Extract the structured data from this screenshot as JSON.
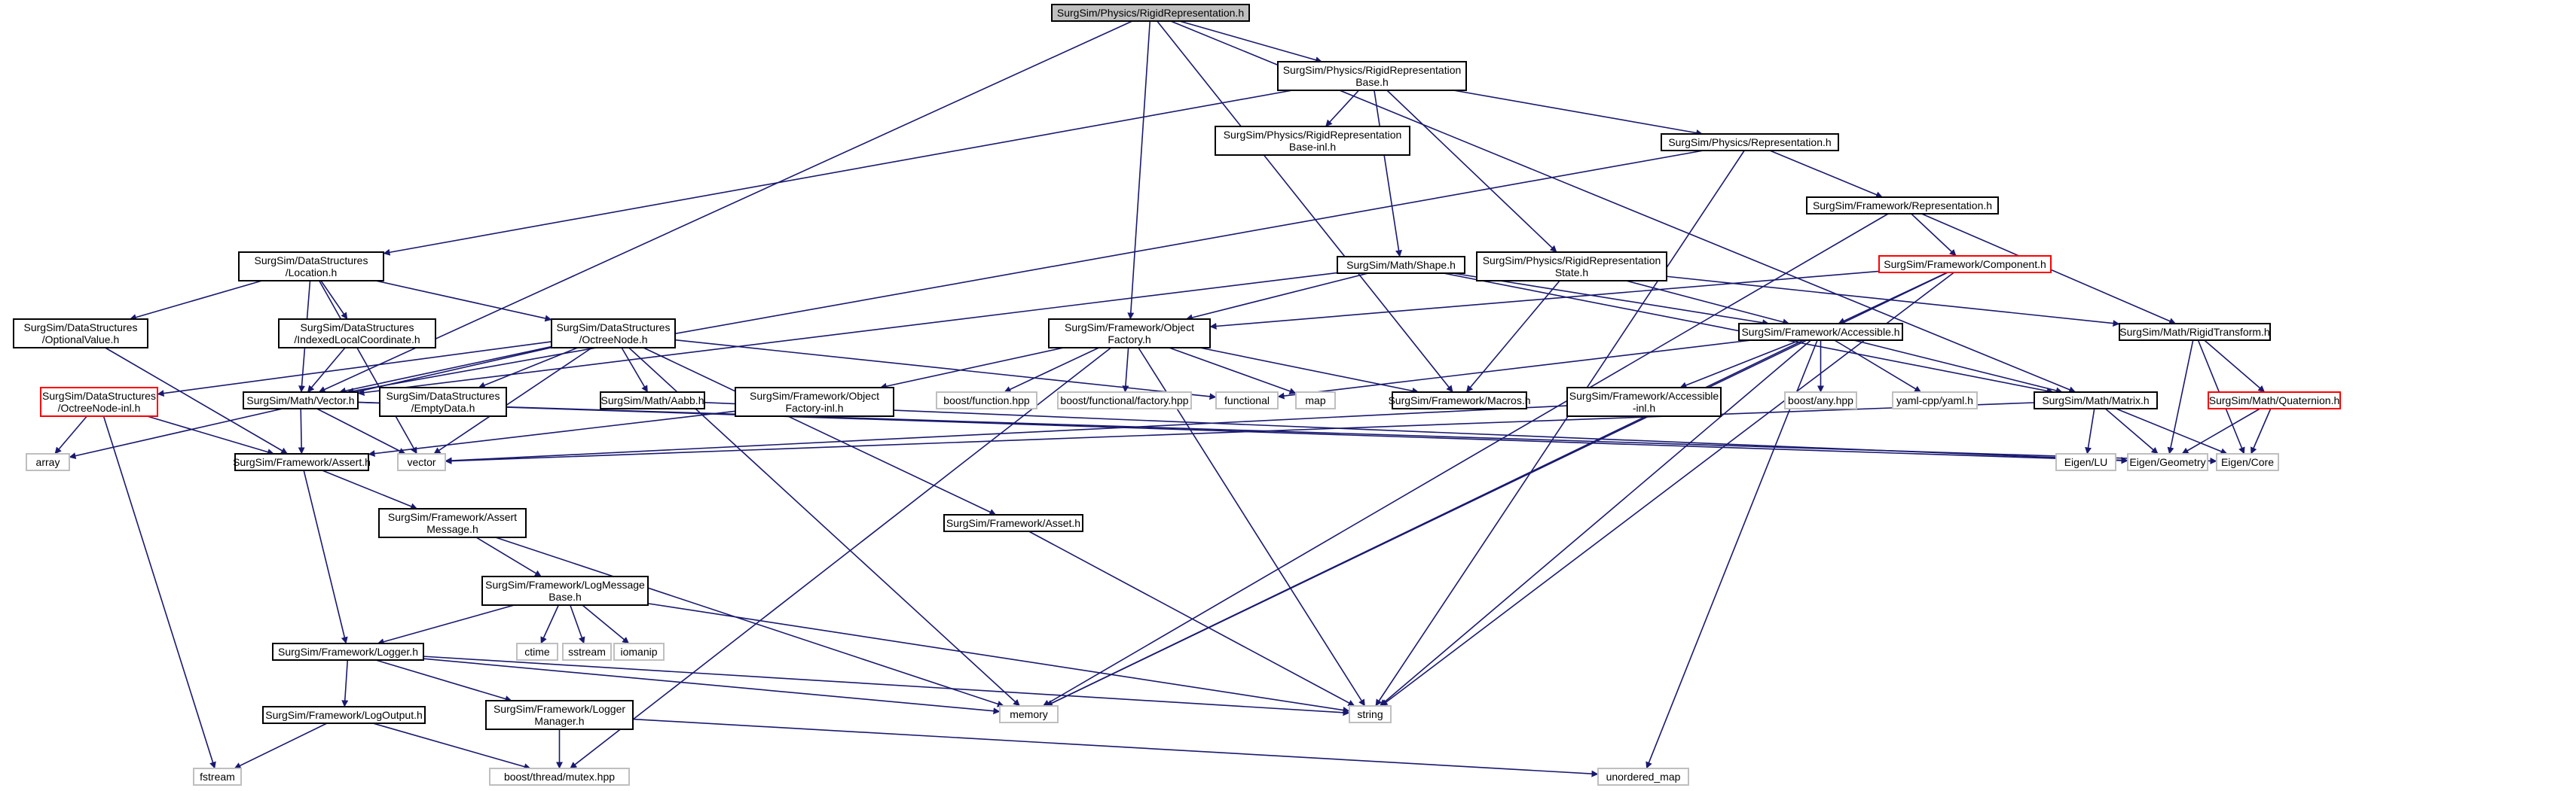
{
  "colors": {
    "edge": "#191970",
    "border_normal": "#000000",
    "border_truncated": "#ff0000",
    "border_external": "#bfbfbf",
    "fill_root": "#bfbfbf",
    "fill_normal": "#ffffff",
    "text_normal": "#000000",
    "text_external": "#000000"
  },
  "nodes": [
    {
      "id": "root",
      "kind": "root",
      "lines": [
        "SurgSim/Physics/RigidRepresentation.h"
      ]
    },
    {
      "id": "rrbase",
      "kind": "normal",
      "lines": [
        "SurgSim/Physics/RigidRepresentation",
        "Base.h"
      ]
    },
    {
      "id": "rrbaseinl",
      "kind": "normal",
      "lines": [
        "SurgSim/Physics/RigidRepresentation",
        "Base-inl.h"
      ]
    },
    {
      "id": "physrep",
      "kind": "normal",
      "lines": [
        "SurgSim/Physics/Representation.h"
      ]
    },
    {
      "id": "fwrep",
      "kind": "normal",
      "lines": [
        "SurgSim/Framework/Representation.h"
      ]
    },
    {
      "id": "component",
      "kind": "truncated",
      "lines": [
        "SurgSim/Framework/Component.h"
      ]
    },
    {
      "id": "location",
      "kind": "normal",
      "lines": [
        "SurgSim/DataStructures",
        "/Location.h"
      ]
    },
    {
      "id": "shape",
      "kind": "normal",
      "lines": [
        "SurgSim/Math/Shape.h"
      ]
    },
    {
      "id": "rrstate",
      "kind": "normal",
      "lines": [
        "SurgSim/Physics/RigidRepresentation",
        "State.h"
      ]
    },
    {
      "id": "optval",
      "kind": "normal",
      "lines": [
        "SurgSim/DataStructures",
        "/OptionalValue.h"
      ]
    },
    {
      "id": "idxloc",
      "kind": "normal",
      "lines": [
        "SurgSim/DataStructures",
        "/IndexedLocalCoordinate.h"
      ]
    },
    {
      "id": "octree",
      "kind": "normal",
      "lines": [
        "SurgSim/DataStructures",
        "/OctreeNode.h"
      ]
    },
    {
      "id": "objfac",
      "kind": "normal",
      "lines": [
        "SurgSim/Framework/Object",
        "Factory.h"
      ]
    },
    {
      "id": "accessible",
      "kind": "normal",
      "lines": [
        "SurgSim/Framework/Accessible.h"
      ]
    },
    {
      "id": "rigidtf",
      "kind": "normal",
      "lines": [
        "SurgSim/Math/RigidTransform.h"
      ]
    },
    {
      "id": "octreeinl",
      "kind": "truncated",
      "lines": [
        "SurgSim/DataStructures",
        "/OctreeNode-inl.h"
      ]
    },
    {
      "id": "vector",
      "kind": "normal",
      "lines": [
        "SurgSim/Math/Vector.h"
      ]
    },
    {
      "id": "emptydata",
      "kind": "normal",
      "lines": [
        "SurgSim/DataStructures",
        "/EmptyData.h"
      ]
    },
    {
      "id": "aabb",
      "kind": "normal",
      "lines": [
        "SurgSim/Math/Aabb.h"
      ]
    },
    {
      "id": "objfacinl",
      "kind": "normal",
      "lines": [
        "SurgSim/Framework/Object",
        "Factory-inl.h"
      ]
    },
    {
      "id": "boostfn",
      "kind": "external",
      "lines": [
        "boost/function.hpp"
      ]
    },
    {
      "id": "boostfnfac",
      "kind": "external",
      "lines": [
        "boost/functional/factory.hpp"
      ]
    },
    {
      "id": "functional",
      "kind": "external",
      "lines": [
        "functional"
      ]
    },
    {
      "id": "map",
      "kind": "external",
      "lines": [
        "map"
      ]
    },
    {
      "id": "macros",
      "kind": "normal",
      "lines": [
        "SurgSim/Framework/Macros.h"
      ]
    },
    {
      "id": "accinl",
      "kind": "normal",
      "lines": [
        "SurgSim/Framework/Accessible",
        "-inl.h"
      ]
    },
    {
      "id": "boostany",
      "kind": "external",
      "lines": [
        "boost/any.hpp"
      ]
    },
    {
      "id": "yaml",
      "kind": "external",
      "lines": [
        "yaml-cpp/yaml.h"
      ]
    },
    {
      "id": "matrix",
      "kind": "normal",
      "lines": [
        "SurgSim/Math/Matrix.h"
      ]
    },
    {
      "id": "quat",
      "kind": "truncated",
      "lines": [
        "SurgSim/Math/Quaternion.h"
      ]
    },
    {
      "id": "array",
      "kind": "external",
      "lines": [
        "array"
      ]
    },
    {
      "id": "assert",
      "kind": "normal",
      "lines": [
        "SurgSim/Framework/Assert.h"
      ]
    },
    {
      "id": "vectorstd",
      "kind": "external",
      "lines": [
        "vector"
      ]
    },
    {
      "id": "eigenlu",
      "kind": "external",
      "lines": [
        "Eigen/LU"
      ]
    },
    {
      "id": "eigengeo",
      "kind": "external",
      "lines": [
        "Eigen/Geometry"
      ]
    },
    {
      "id": "eigencore",
      "kind": "external",
      "lines": [
        "Eigen/Core"
      ]
    },
    {
      "id": "assertmsg",
      "kind": "normal",
      "lines": [
        "SurgSim/Framework/Assert",
        "Message.h"
      ]
    },
    {
      "id": "asset",
      "kind": "normal",
      "lines": [
        "SurgSim/Framework/Asset.h"
      ]
    },
    {
      "id": "logmsg",
      "kind": "normal",
      "lines": [
        "SurgSim/Framework/LogMessage",
        "Base.h"
      ]
    },
    {
      "id": "ctime",
      "kind": "external",
      "lines": [
        "ctime"
      ]
    },
    {
      "id": "sstream",
      "kind": "external",
      "lines": [
        "sstream"
      ]
    },
    {
      "id": "iomanip",
      "kind": "external",
      "lines": [
        "iomanip"
      ]
    },
    {
      "id": "logger",
      "kind": "normal",
      "lines": [
        "SurgSim/Framework/Logger.h"
      ]
    },
    {
      "id": "memory",
      "kind": "external",
      "lines": [
        "memory"
      ]
    },
    {
      "id": "string",
      "kind": "external",
      "lines": [
        "string"
      ]
    },
    {
      "id": "logout",
      "kind": "normal",
      "lines": [
        "SurgSim/Framework/LogOutput.h"
      ]
    },
    {
      "id": "logmgr",
      "kind": "normal",
      "lines": [
        "SurgSim/Framework/Logger",
        "Manager.h"
      ]
    },
    {
      "id": "fstream",
      "kind": "external",
      "lines": [
        "fstream"
      ]
    },
    {
      "id": "mutex",
      "kind": "external",
      "lines": [
        "boost/thread/mutex.hpp"
      ]
    },
    {
      "id": "unordmap",
      "kind": "external",
      "lines": [
        "unordered_map"
      ]
    }
  ],
  "edges": [
    [
      "root",
      "rrbase"
    ],
    [
      "root",
      "objfac"
    ],
    [
      "root",
      "macros"
    ],
    [
      "root",
      "vector"
    ],
    [
      "root",
      "matrix"
    ],
    [
      "rrbase",
      "rrbaseinl"
    ],
    [
      "rrbase",
      "physrep"
    ],
    [
      "rrbase",
      "location"
    ],
    [
      "rrbase",
      "shape"
    ],
    [
      "rrbase",
      "rrstate"
    ],
    [
      "physrep",
      "fwrep"
    ],
    [
      "physrep",
      "vector"
    ],
    [
      "physrep",
      "string"
    ],
    [
      "fwrep",
      "component"
    ],
    [
      "fwrep",
      "rigidtf"
    ],
    [
      "fwrep",
      "memory"
    ],
    [
      "component",
      "accessible"
    ],
    [
      "component",
      "objfac"
    ],
    [
      "component",
      "memory"
    ],
    [
      "component",
      "string"
    ],
    [
      "location",
      "optval"
    ],
    [
      "location",
      "idxloc"
    ],
    [
      "location",
      "octree"
    ],
    [
      "location",
      "vector"
    ],
    [
      "location",
      "vectorstd"
    ],
    [
      "shape",
      "objfac"
    ],
    [
      "shape",
      "accessible"
    ],
    [
      "shape",
      "vector"
    ],
    [
      "shape",
      "matrix"
    ],
    [
      "rrstate",
      "accessible"
    ],
    [
      "rrstate",
      "rigidtf"
    ],
    [
      "rrstate",
      "macros"
    ],
    [
      "optval",
      "assert"
    ],
    [
      "idxloc",
      "vector"
    ],
    [
      "octree",
      "octreeinl"
    ],
    [
      "octree",
      "vector"
    ],
    [
      "octree",
      "emptydata"
    ],
    [
      "octree",
      "aabb"
    ],
    [
      "octree",
      "asset"
    ],
    [
      "octree",
      "array"
    ],
    [
      "octree",
      "functional"
    ],
    [
      "octree",
      "memory"
    ],
    [
      "octree",
      "vectorstd"
    ],
    [
      "objfac",
      "objfacinl"
    ],
    [
      "objfac",
      "boostfn"
    ],
    [
      "objfac",
      "boostfnfac"
    ],
    [
      "objfac",
      "map"
    ],
    [
      "objfac",
      "macros"
    ],
    [
      "objfac",
      "string"
    ],
    [
      "objfac",
      "mutex"
    ],
    [
      "accessible",
      "accinl"
    ],
    [
      "accessible",
      "boostany"
    ],
    [
      "accessible",
      "yaml"
    ],
    [
      "accessible",
      "matrix"
    ],
    [
      "accessible",
      "functional"
    ],
    [
      "accessible",
      "memory"
    ],
    [
      "accessible",
      "string"
    ],
    [
      "accessible",
      "unordmap"
    ],
    [
      "rigidtf",
      "quat"
    ],
    [
      "rigidtf",
      "eigengeo"
    ],
    [
      "rigidtf",
      "eigencore"
    ],
    [
      "octreeinl",
      "array"
    ],
    [
      "octreeinl",
      "assert"
    ],
    [
      "octreeinl",
      "fstream"
    ],
    [
      "vector",
      "assert"
    ],
    [
      "vector",
      "vectorstd"
    ],
    [
      "vector",
      "eigencore"
    ],
    [
      "vector",
      "eigengeo"
    ],
    [
      "aabb",
      "eigengeo"
    ],
    [
      "objfacinl",
      "assert"
    ],
    [
      "accinl",
      "vectorstd"
    ],
    [
      "matrix",
      "eigenlu"
    ],
    [
      "matrix",
      "eigengeo"
    ],
    [
      "matrix",
      "eigencore"
    ],
    [
      "matrix",
      "vectorstd"
    ],
    [
      "quat",
      "eigengeo"
    ],
    [
      "quat",
      "eigencore"
    ],
    [
      "assert",
      "assertmsg"
    ],
    [
      "assert",
      "logger"
    ],
    [
      "assertmsg",
      "logmsg"
    ],
    [
      "assertmsg",
      "memory"
    ],
    [
      "asset",
      "string"
    ],
    [
      "logmsg",
      "ctime"
    ],
    [
      "logmsg",
      "sstream"
    ],
    [
      "logmsg",
      "iomanip"
    ],
    [
      "logmsg",
      "logger"
    ],
    [
      "logmsg",
      "string"
    ],
    [
      "logger",
      "logout"
    ],
    [
      "logger",
      "logmgr"
    ],
    [
      "logger",
      "memory"
    ],
    [
      "logger",
      "string"
    ],
    [
      "logout",
      "fstream"
    ],
    [
      "logout",
      "mutex"
    ],
    [
      "logmgr",
      "mutex"
    ],
    [
      "logmgr",
      "unordmap"
    ]
  ]
}
